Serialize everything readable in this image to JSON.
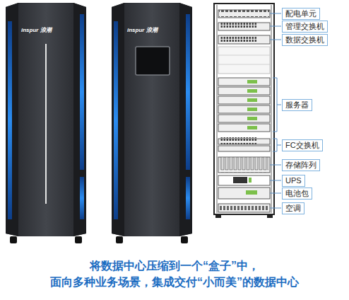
{
  "diagram": {
    "caption": "将数据中心压缩到一个“盒子”中， 面向多种业务场景，集成交付“小而美”的数据中心",
    "nodes": [
      {
        "text": [
          "配电单元"
        ]
      },
      {
        "text": [
          "管理交换机"
        ]
      },
      {
        "text": [
          "数据交换机"
        ]
      },
      {
        "text": [
          "服务器"
        ]
      },
      {
        "text": [
          "FC交换机"
        ]
      },
      {
        "text": [
          "存储阵列"
        ]
      },
      {
        "text": [
          "UPS"
        ]
      },
      {
        "text": [
          "电池包"
        ]
      },
      {
        "text": [
          "空调"
        ]
      }
    ],
    "labels": [
      "inspur 浪潮",
      "inspur 浪潮"
    ]
  }
}
